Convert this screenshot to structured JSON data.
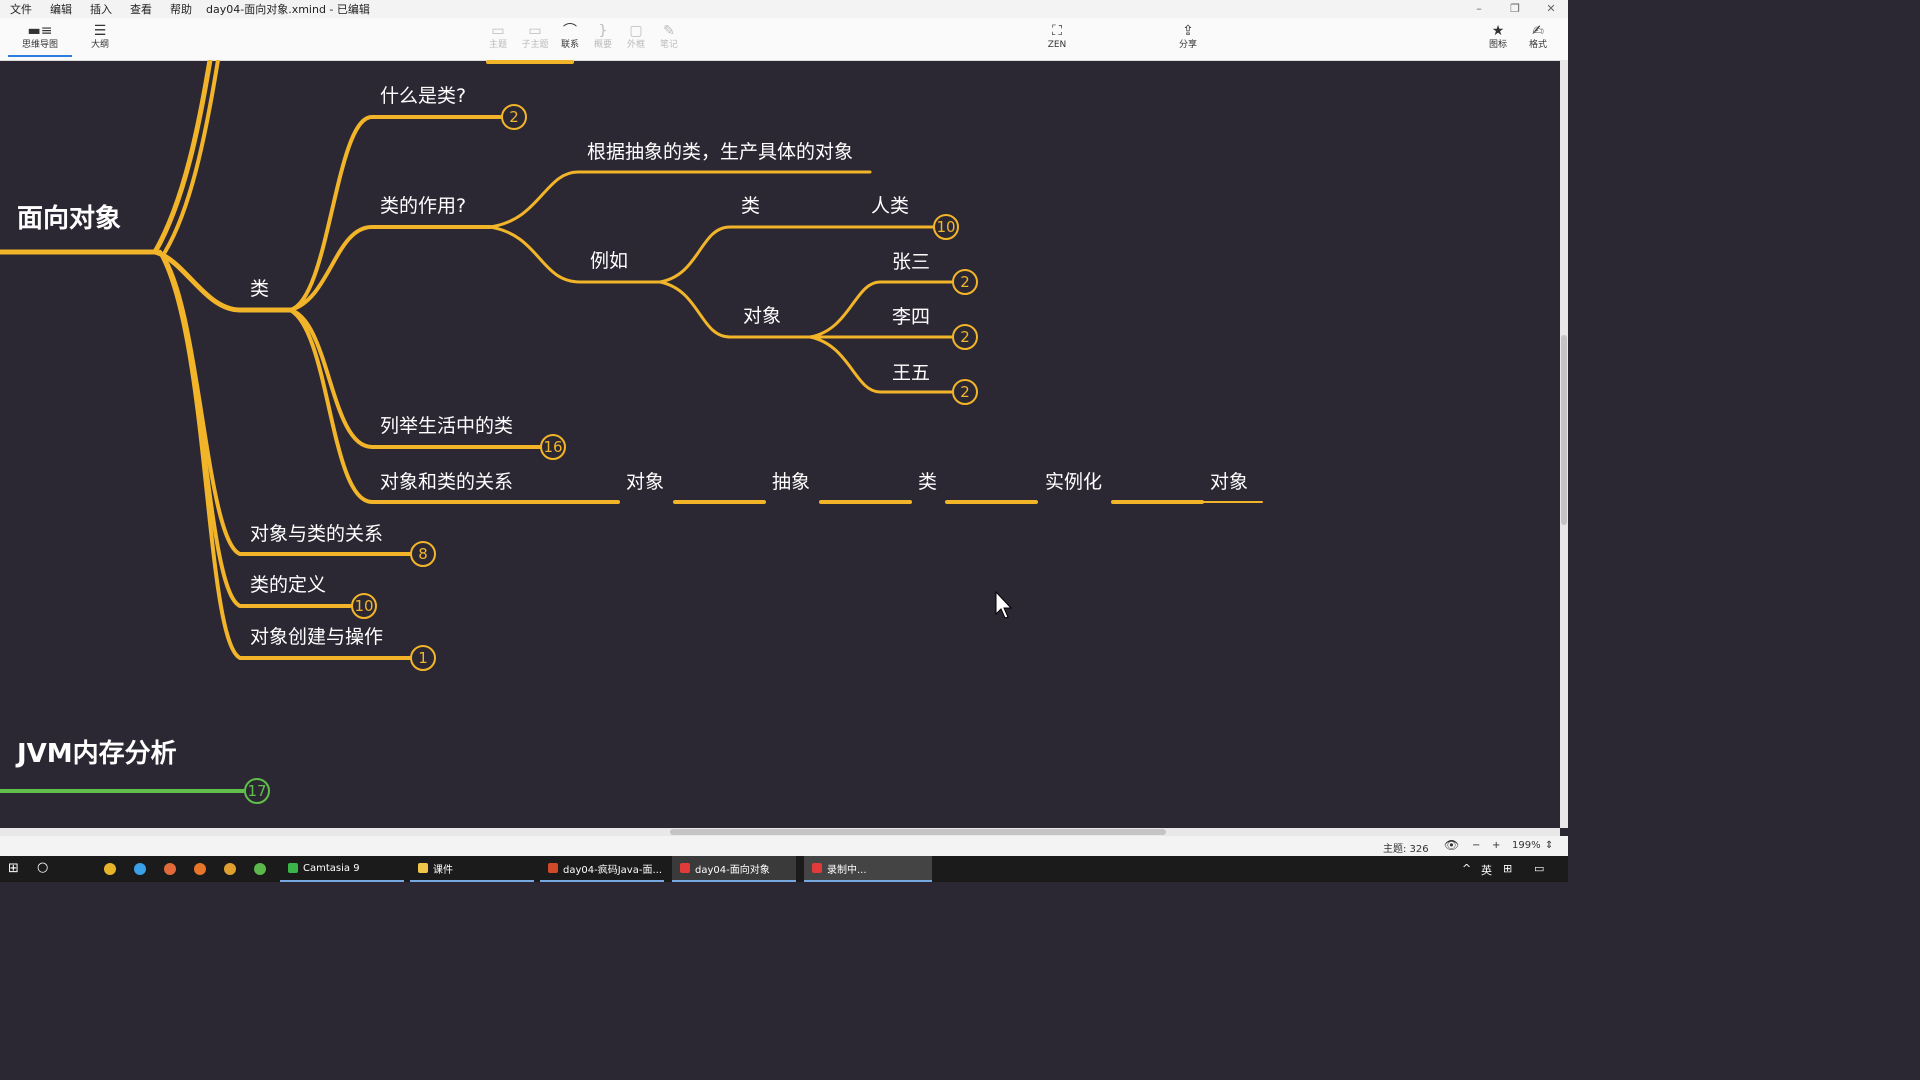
{
  "window": {
    "menus": [
      "文件",
      "编辑",
      "插入",
      "查看",
      "帮助"
    ],
    "doc_title": "day04-面向对象.xmind - 已编辑",
    "minimize": "–",
    "restore": "❐",
    "close": "✕"
  },
  "toolbar": {
    "mindmap": "思维导图",
    "outline": "大纲",
    "topic": "主题",
    "subtopic": "子主题",
    "relationship": "联系",
    "summary": "概要",
    "boundary": "外框",
    "notes": "笔记",
    "zen": "ZEN",
    "share": "分享",
    "icons": "图标",
    "format": "格式"
  },
  "map": {
    "root1": "面向对象",
    "root2": "JVM内存分析",
    "nodes": {
      "lei": "类",
      "what": "什么是类?",
      "purpose": "类的作用?",
      "purpose_desc": "根据抽象的类，生产具体的对象",
      "example": "例如",
      "ex_class": "类",
      "ex_human": "人类",
      "ex_object": "对象",
      "zhangsan": "张三",
      "lisi": "李四",
      "wangwu": "王五",
      "list_classes": "列举生活中的类",
      "relation": "对象和类的关系",
      "chain1": "对象",
      "chain2": "抽象",
      "chain3": "类",
      "chain4": "实例化",
      "chain5": "对象",
      "obj_class_rel": "对象与类的关系",
      "class_def": "类的定义",
      "obj_create": "对象创建与操作"
    },
    "badges": {
      "what": "2",
      "human": "10",
      "zhangsan": "2",
      "lisi": "2",
      "wangwu": "2",
      "list_classes": "16",
      "obj_class_rel": "8",
      "class_def": "10",
      "obj_create": "1",
      "jvm": "17"
    },
    "colors": {
      "branch": "#f2b52a",
      "jvm_branch": "#5fbf4a",
      "background": "#2b2833"
    }
  },
  "status": {
    "topics": "主题: 326",
    "zoom": "199%"
  },
  "taskbar": {
    "apps": [
      "Camtasia 9",
      "课件",
      "day04-疯码Java-面...",
      "day04-面向对象",
      "录制中..."
    ],
    "ime": "英"
  }
}
